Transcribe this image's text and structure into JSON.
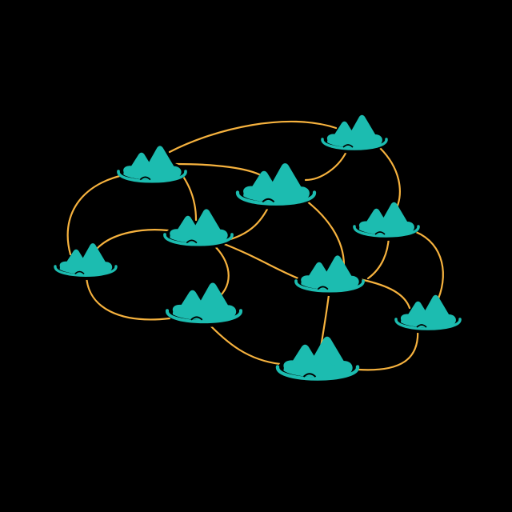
{
  "colors": {
    "background": "#000000",
    "island": "#1cbcb0",
    "island_shadow": "#128f86",
    "edge": "#f6b23e"
  },
  "icon": "island-mountain-icon",
  "nodes": [
    {
      "id": "n1",
      "label": ""
    },
    {
      "id": "n2",
      "label": ""
    },
    {
      "id": "n3",
      "label": ""
    },
    {
      "id": "n4",
      "label": ""
    },
    {
      "id": "n5",
      "label": ""
    },
    {
      "id": "n6",
      "label": ""
    },
    {
      "id": "n7",
      "label": ""
    },
    {
      "id": "n8",
      "label": ""
    },
    {
      "id": "n9",
      "label": ""
    },
    {
      "id": "n10",
      "label": ""
    },
    {
      "id": "n11",
      "label": ""
    }
  ],
  "edges": [
    [
      "n1",
      "n2"
    ],
    [
      "n1",
      "n3"
    ],
    [
      "n1",
      "n5"
    ],
    [
      "n1",
      "n6"
    ],
    [
      "n3",
      "n2"
    ],
    [
      "n3",
      "n4"
    ],
    [
      "n4",
      "n5"
    ],
    [
      "n4",
      "n6"
    ],
    [
      "n4",
      "n7"
    ],
    [
      "n4",
      "n9"
    ],
    [
      "n5",
      "n6"
    ],
    [
      "n5",
      "n8"
    ],
    [
      "n6",
      "n7"
    ],
    [
      "n6",
      "n9"
    ],
    [
      "n7",
      "n10"
    ],
    [
      "n8",
      "n9"
    ],
    [
      "n8",
      "n11"
    ],
    [
      "n9",
      "n10"
    ],
    [
      "n9",
      "n11"
    ],
    [
      "n11",
      "n10"
    ]
  ]
}
